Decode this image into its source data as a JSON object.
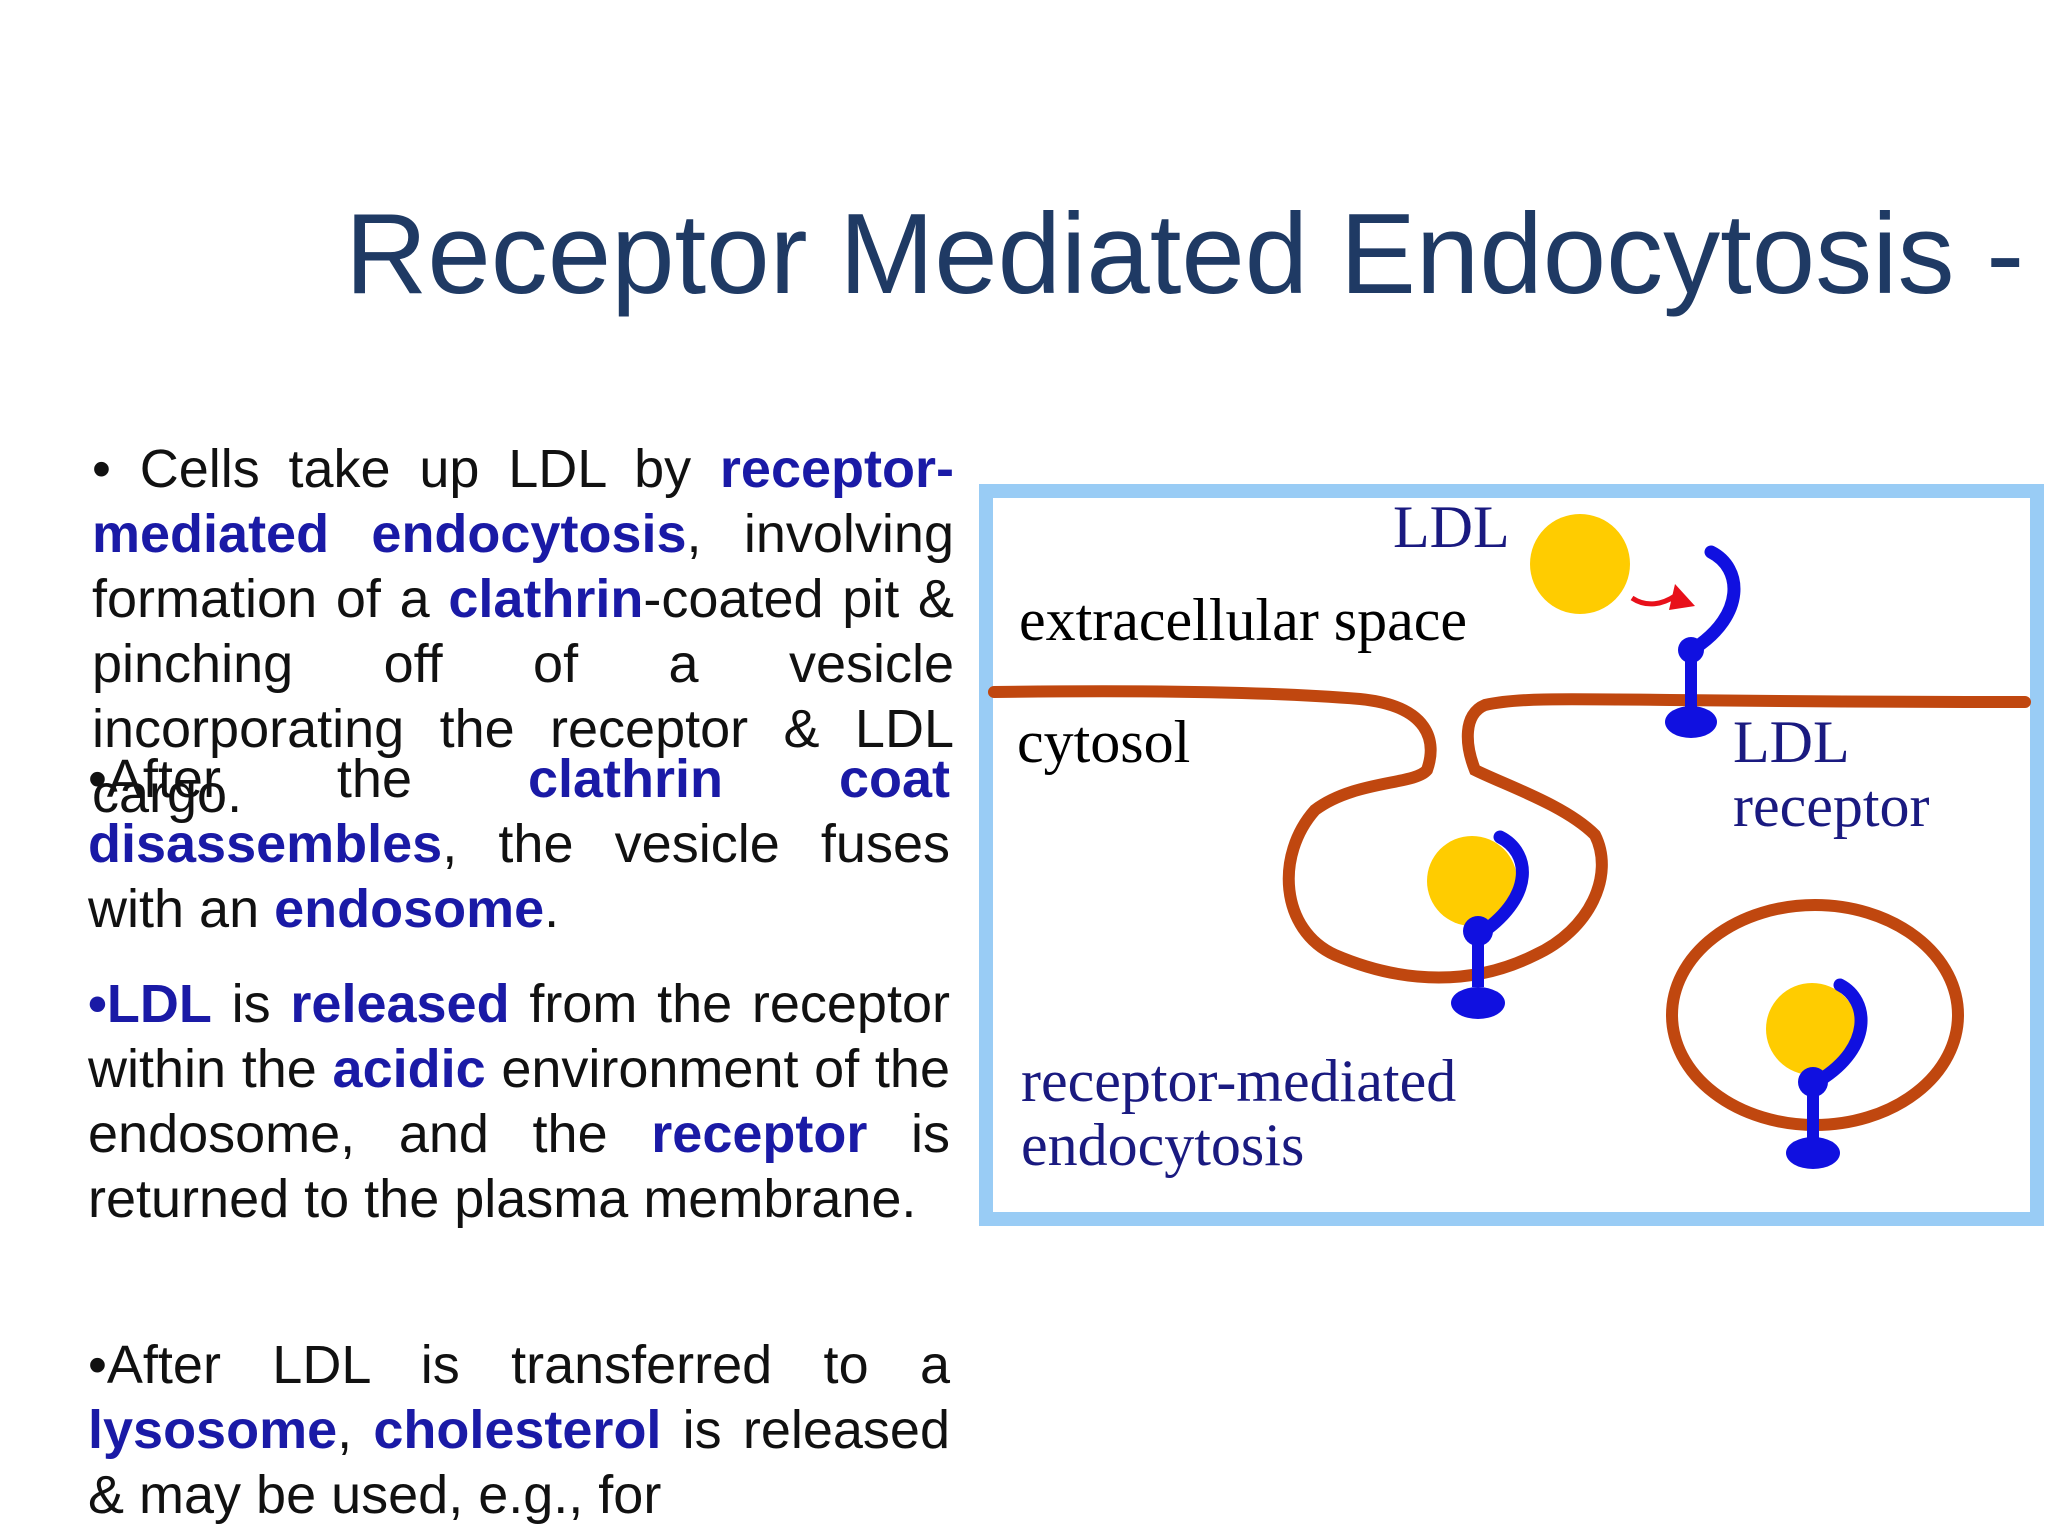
{
  "slide": {
    "title": "Receptor Mediated Endocytosis -"
  },
  "bullets": {
    "para1": {
      "bullet": "•",
      "t1": "Cells take up LDL by ",
      "h1": "receptor-mediated endocytosis",
      "t2": ", involving formation of a ",
      "h2": "clathrin",
      "t3": "-coated pit & pinching off of a vesicle incorporating the receptor & LDL cargo."
    },
    "para2": {
      "t1": "•After the ",
      "h1": "clathrin coat disassembles",
      "t2": ", the vesicle fuses with an ",
      "h2": "endosome",
      "t3": "."
    },
    "para3": {
      "h1": "•LDL",
      "t1": " is ",
      "h2": "released",
      "t2": " from the receptor within the ",
      "h3": "acidic",
      "t3": " environment of the endosome, and the ",
      "h4": "receptor",
      "t4": " is returned to the plasma membrane."
    },
    "para4": {
      "t1": "•After LDL is transferred to a ",
      "h1": "lysosome",
      "t2": ", ",
      "h2": "cholesterol",
      "t3": " is released & may be used, e.g., for"
    }
  },
  "diagram": {
    "label_ldl": "LDL",
    "label_extracellular": "extracellular space",
    "label_cytosol": "cytosol",
    "label_receptor_line1": "LDL",
    "label_receptor_line2": "receptor",
    "label_rme_line1": "receptor-mediated",
    "label_rme_line2": "endocytosis",
    "colors": {
      "frame": "#99ccf5",
      "membrane": "#c0470f",
      "ldl": "#ffcc00",
      "receptor": "#1010e0",
      "arrow": "#e8101a",
      "label_blue": "#1a1a80",
      "label_black": "#000000"
    }
  }
}
